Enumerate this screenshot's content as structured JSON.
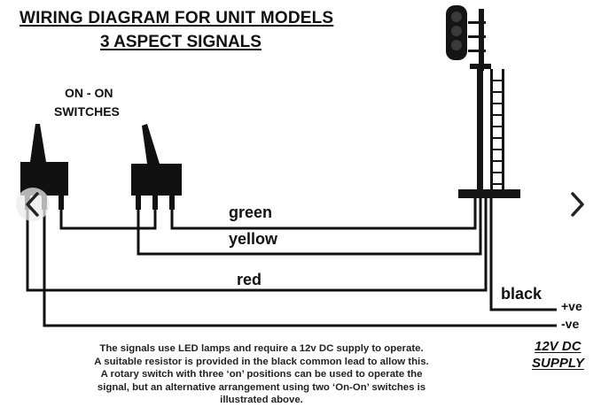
{
  "title": {
    "line1": "WIRING DIAGRAM FOR UNIT MODELS",
    "line2": "3 ASPECT SIGNALS"
  },
  "switches_label": {
    "line1": "ON - ON",
    "line2": "SWITCHES"
  },
  "wires": {
    "green": "green",
    "yellow": "yellow",
    "red": "red",
    "black": "black"
  },
  "supply": {
    "positive": "+ve",
    "negative": "-ve",
    "label_line1": "12V DC",
    "label_line2": "SUPPLY"
  },
  "notes": [
    "The signals use LED lamps and require a 12v DC supply to operate.",
    "A suitable resistor is provided in the black common lead to allow this.",
    "A rotary switch with three ‘on’ positions can be used to operate the",
    "signal, but an alternative arrangement using two ‘On-On’ switches is",
    "illustrated above."
  ],
  "icons": {
    "prev": "chevron-left-icon",
    "next": "chevron-right-icon"
  },
  "colors": {
    "ink": "#111111",
    "background": "#ffffff"
  }
}
